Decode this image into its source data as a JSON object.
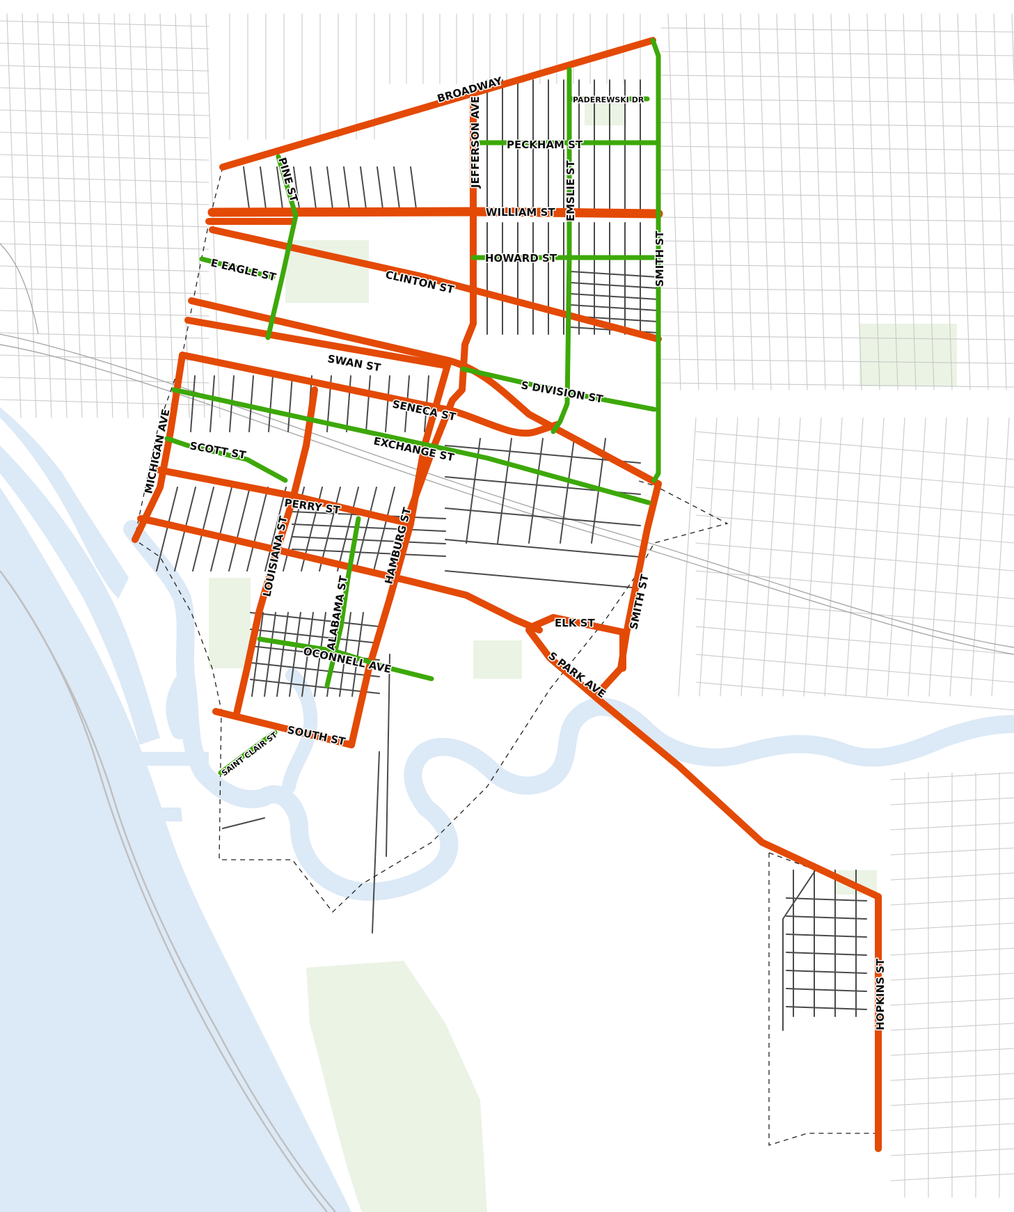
{
  "colors": {
    "priority_route": "#e34a05",
    "secondary_route": "#3da809",
    "water": "#dce9f6",
    "park": "#ebf3e4",
    "background_street": "#c9c9c9",
    "local_street": "#4a4a4a",
    "boundary": "#222222"
  },
  "labels": {
    "broadway": "BROADWAY",
    "paderewski": "PADEREWSKI DR",
    "peckham": "PECKHAM ST",
    "pine": "PINE ST",
    "jefferson": "JEFFERSON AVE",
    "william": "WILLIAM ST",
    "emslie": "EMSLIE ST",
    "smith_north": "SMITH ST",
    "howard": "HOWARD ST",
    "e_eagle": "E EAGLE ST",
    "clinton": "CLINTON ST",
    "swan": "SWAN ST",
    "s_division": "S DIVISION ST",
    "seneca": "SENECA ST",
    "michigan": "MICHIGAN AVE",
    "exchange": "EXCHANGE ST",
    "scott": "SCOTT ST",
    "perry": "PERRY ST",
    "louisiana": "LOUISIANA ST",
    "hamburg": "HAMBURG ST",
    "alabama": "ALABAMA ST",
    "smith_south": "SMITH ST",
    "elk": "ELK ST",
    "oconnell": "OCONNELL AVE",
    "s_park": "S PARK AVE",
    "south": "SOUTH ST",
    "saint_clair": "SAINT CLAIR ST",
    "hopkins": "HOPKINS ST"
  }
}
